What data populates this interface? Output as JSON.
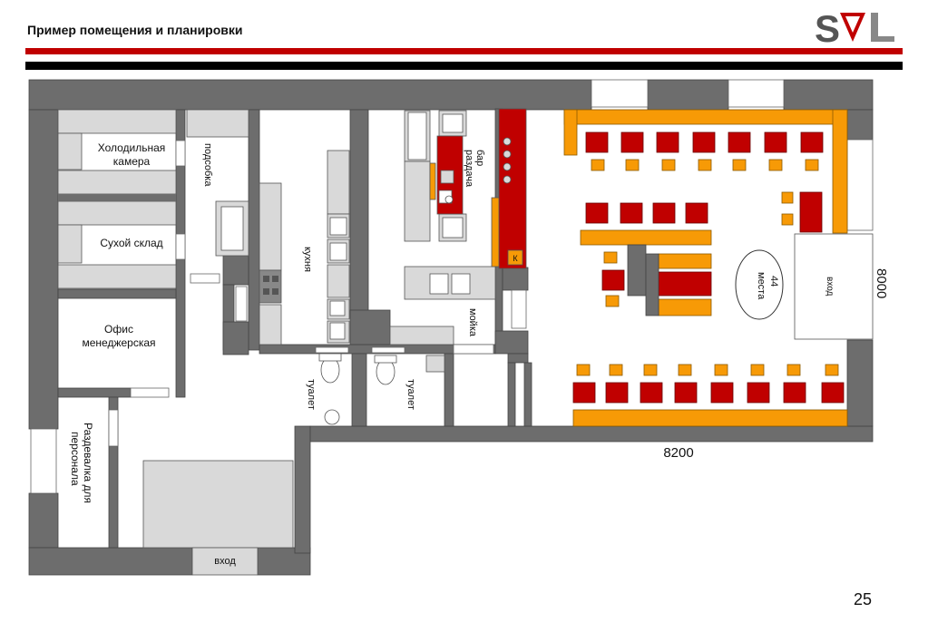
{
  "header": {
    "title": "Пример помещения и планировки",
    "logo_text": "SVL",
    "colors": {
      "red": "#c00000",
      "black": "#000000"
    }
  },
  "plan": {
    "rooms": {
      "cold_room": "Холодильная камера",
      "dry_storage": "Сухой склад",
      "manager_office": "Офис менеджерская",
      "staff_locker_room": "Раздевалка для персонала",
      "prep_room": "подсобка",
      "kitchen": "кухня",
      "bar_service": "бар раздача",
      "washing": "мойка",
      "toilet_1": "туалет",
      "toilet_2": "туалет",
      "entrance_main": "вход",
      "entrance_staff": "вход",
      "seats": "44 места",
      "k_marker": "К"
    },
    "dimensions": {
      "width": "8200",
      "height": "8000"
    },
    "colors": {
      "wall": "#6d6d6d",
      "equipment": "#d9d9d9",
      "table": "#c00000",
      "seat": "#f79a06"
    }
  },
  "footer": {
    "page_number": "25"
  }
}
